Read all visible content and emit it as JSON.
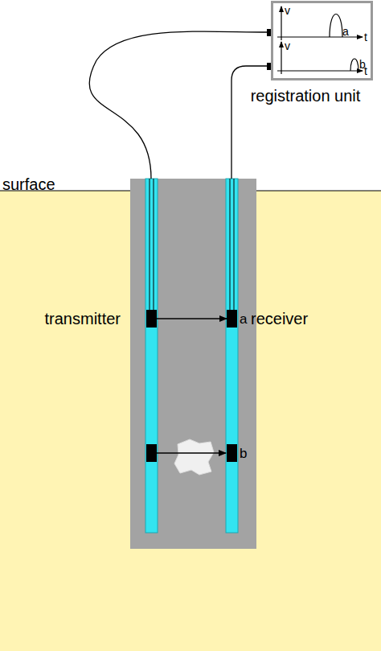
{
  "diagram": {
    "nodes": [
      {
        "text": [
          "v",
          "a",
          "t",
          "v",
          "b",
          "t",
          "registration unit"
        ]
      },
      {
        "text": [
          "transmitter"
        ]
      },
      {
        "text": [
          "a",
          "receiver"
        ]
      },
      {
        "text": [
          "b"
        ]
      }
    ],
    "edges": [
      {
        "from": 1,
        "to": 2,
        "arrow": "to"
      }
    ],
    "labels": [
      "surface"
    ]
  }
}
